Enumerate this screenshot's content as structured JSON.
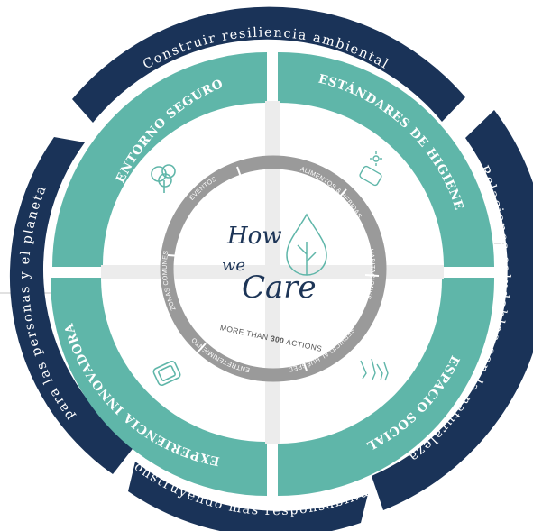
{
  "outer_bands": {
    "top": "Construir resiliencia ambiental",
    "right": "Relaciones saludables con la naturaleza",
    "bottom": "Construyendo más responsabilidad",
    "left": "para las personas y el planeta"
  },
  "quadrants": {
    "top_left": "ENTORNO SEGURO",
    "top_right": "ESTÁNDARES DE HIGIENE",
    "bottom_right": "ESPACIO SOCIAL",
    "bottom_left": "EXPERIENCIA INNOVADORA"
  },
  "ring_segments": [
    "ALIMENTOS & BEBIDAS",
    "HABITACIONES",
    "SERVICIO AL HUÉSPED",
    "ENTRETENIMIENTO",
    "ZONAS COMUNES",
    "EVENTOS"
  ],
  "center": {
    "line1": "How",
    "line2": "we",
    "line3": "Care",
    "sub_prefix": "MORE THAN",
    "sub_number": "300",
    "sub_suffix": "ACTIONS"
  },
  "colors": {
    "navy": "#1a3358",
    "teal": "#5fb6a9",
    "ring_gray": "#9a9a9a",
    "script": "#1d3557"
  },
  "icons": [
    "tree-icon",
    "hygiene-icon",
    "social-icon",
    "device-icon",
    "water-drop-icon"
  ]
}
